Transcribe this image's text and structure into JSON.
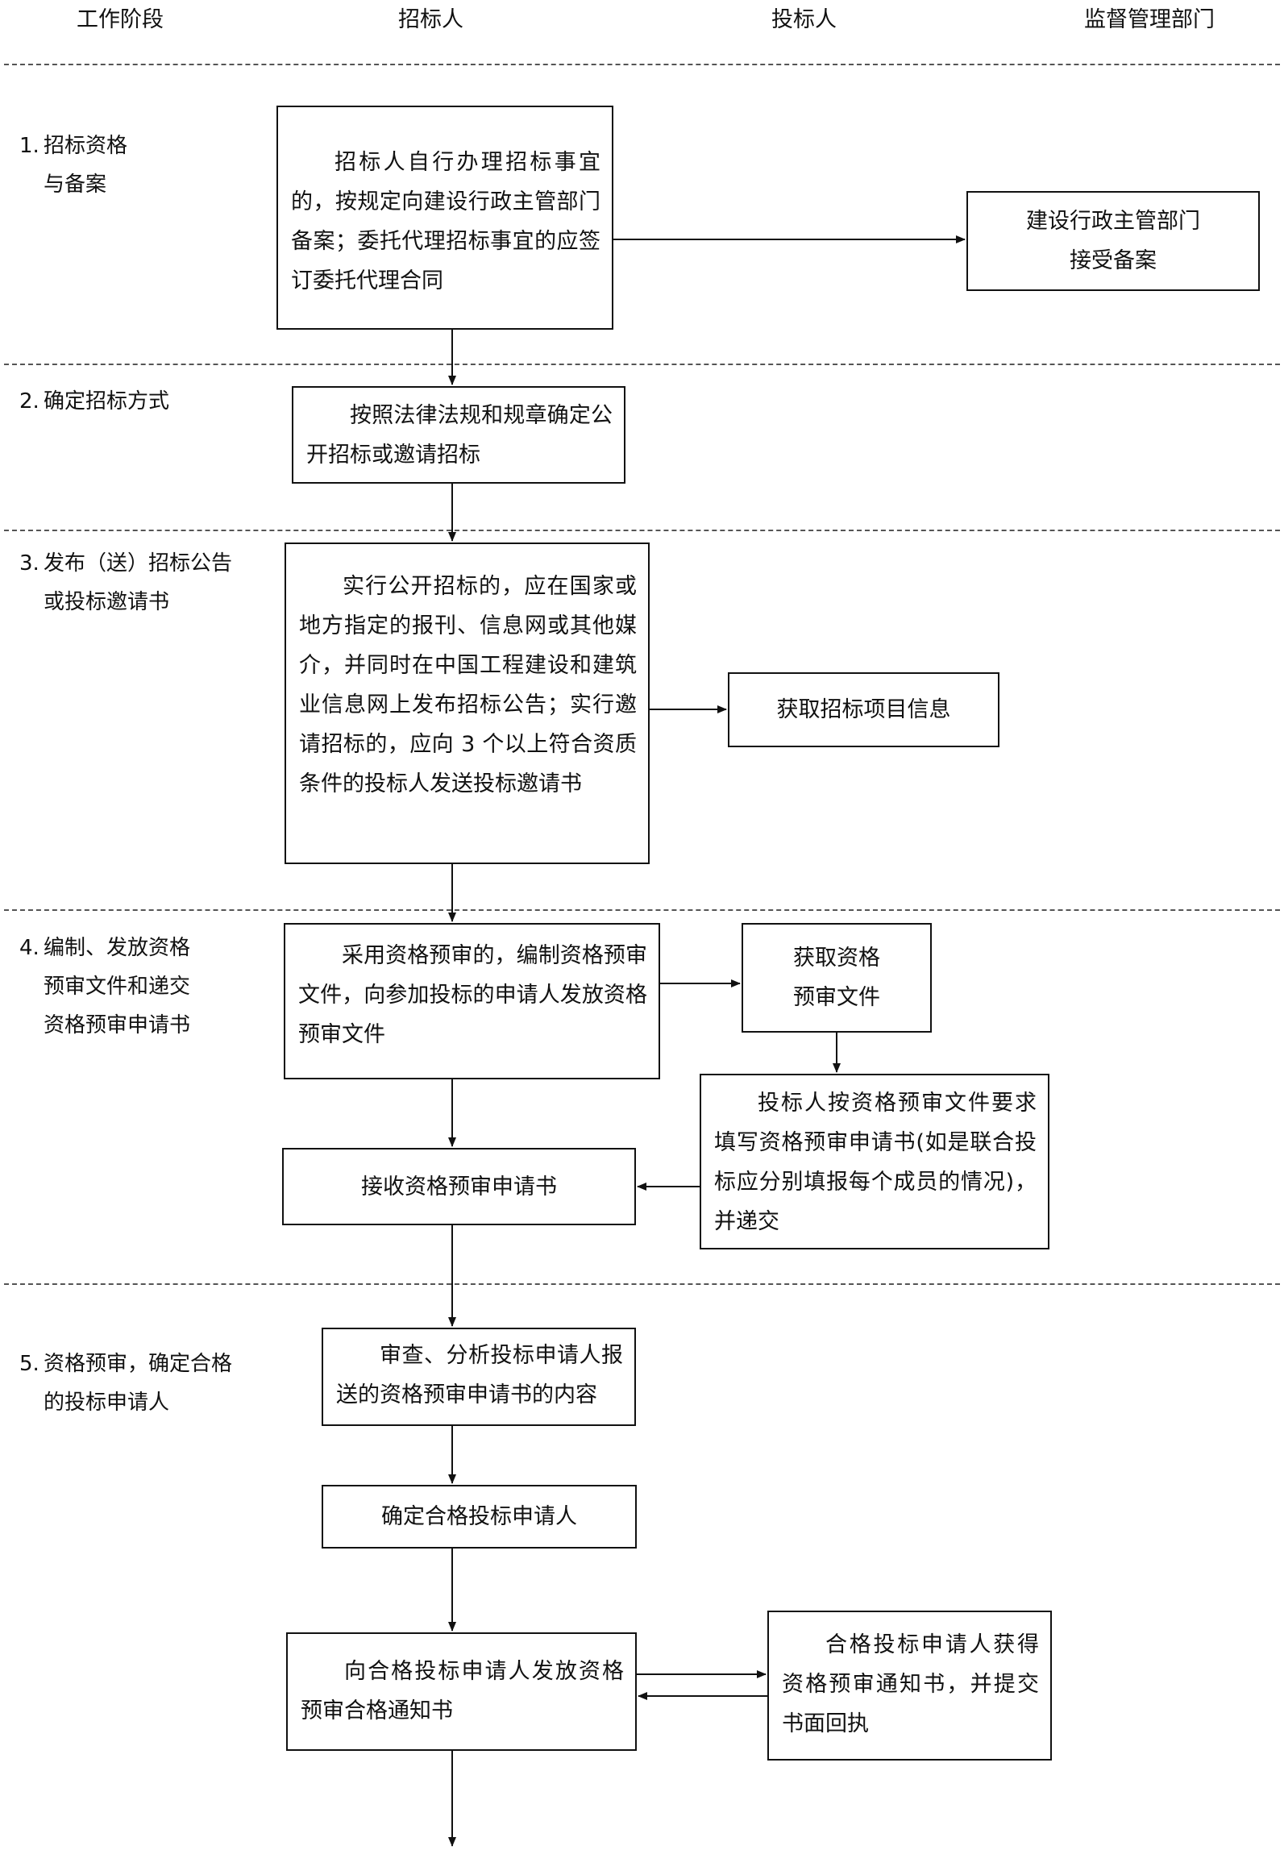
{
  "header": {
    "col_stage": "工作阶段",
    "col_tenderer": "招标人",
    "col_bidder": "投标人",
    "col_supervisor": "监督管理部门"
  },
  "stages": {
    "s1": {
      "num": "1.",
      "line1": "招标资格",
      "line2": "与备案"
    },
    "s2": {
      "num": "2.",
      "line1": "确定招标方式"
    },
    "s3": {
      "num": "3.",
      "line1": "发布（送）招标公告",
      "line2": "或投标邀请书"
    },
    "s4": {
      "num": "4.",
      "line1": "编制、发放资格",
      "line2": "预审文件和递交",
      "line3": "资格预审申请书"
    },
    "s5": {
      "num": "5.",
      "line1": "资格预审，确定合格",
      "line2": "的投标申请人"
    }
  },
  "boxes": {
    "b1": "招标人自行办理招标事宜的，按规定向建设行政主管部门备案；委托代理招标事宜的应签订委托代理合同",
    "b1_supervisor_l1": "建设行政主管部门",
    "b1_supervisor_l2": "接受备案",
    "b2": "按照法律法规和规章确定公开招标或邀请招标",
    "b3": "实行公开招标的，应在国家或地方指定的报刊、信息网或其他媒介，并同时在中国工程建设和建筑业信息网上发布招标公告；实行邀请招标的，应向 3 个以上符合资质条件的投标人发送投标邀请书",
    "b3_bidder": "获取招标项目信息",
    "b4": "采用资格预审的，编制资格预审文件，向参加投标的申请人发放资格预审文件",
    "b4_bidder_l1": "获取资格",
    "b4_bidder_l2": "预审文件",
    "b4_bidder_fill": "投标人按资格预审文件要求填写资格预审申请书(如是联合投标应分别填报每个成员的情况)，并递交",
    "b4_receive": "接收资格预审申请书",
    "b5_review": "审查、分析投标申请人报送的资格预审申请书的内容",
    "b5_confirm": "确定合格投标申请人",
    "b5_notify": "向合格投标申请人发放资格预审合格通知书",
    "b5_bidder": "合格投标申请人获得资格预审通知书，并提交书面回执"
  }
}
